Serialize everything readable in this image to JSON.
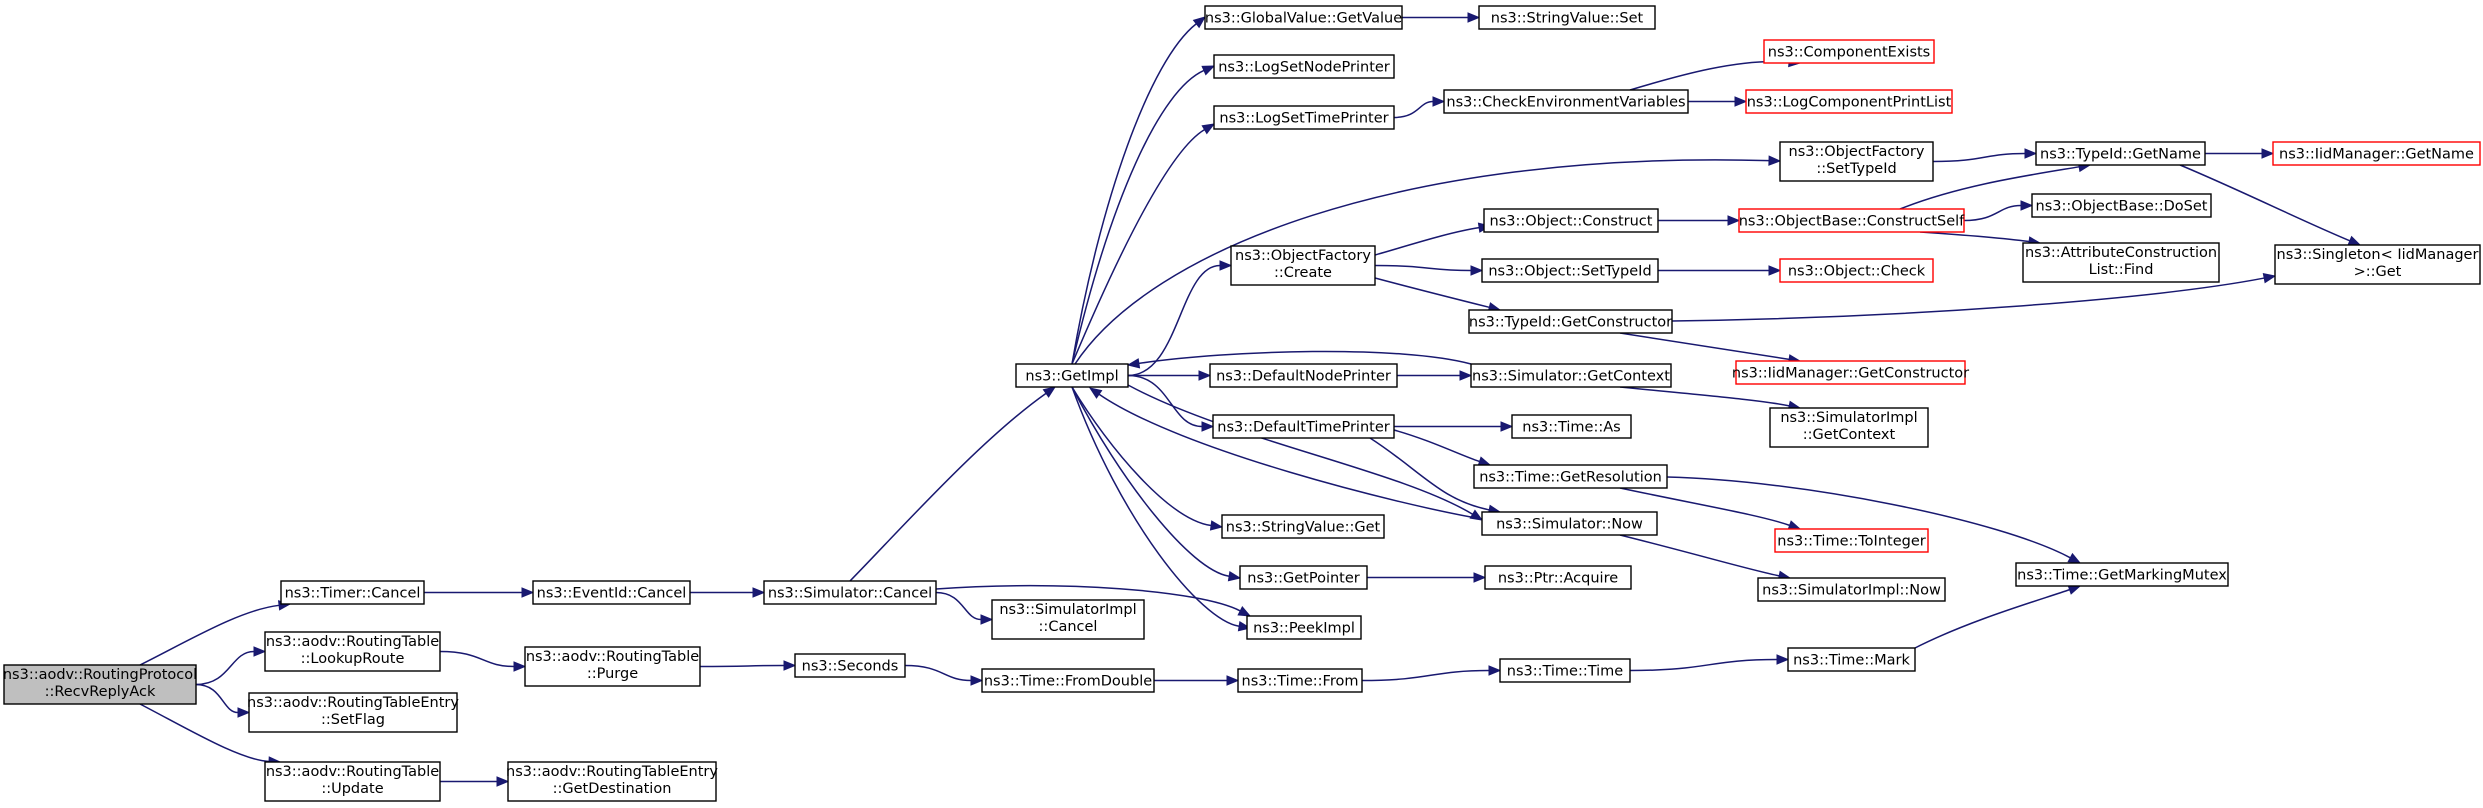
{
  "colors": {
    "edge": "#191970",
    "node_border": "#000000",
    "missing_border": "#ff0000",
    "root_fill": "#bfbfbf"
  },
  "nodes": [
    {
      "id": "root",
      "lines": [
        "ns3::aodv::RoutingProtocol",
        "::RecvReplyAck"
      ],
      "kind": "root"
    },
    {
      "id": "timer_cancel",
      "lines": [
        "ns3::Timer::Cancel"
      ]
    },
    {
      "id": "lookup",
      "lines": [
        "ns3::aodv::RoutingTable",
        "::LookupRoute"
      ]
    },
    {
      "id": "setflag",
      "lines": [
        "ns3::aodv::RoutingTableEntry",
        "::SetFlag"
      ]
    },
    {
      "id": "update",
      "lines": [
        "ns3::aodv::RoutingTable",
        "::Update"
      ]
    },
    {
      "id": "eventid_cancel",
      "lines": [
        "ns3::EventId::Cancel"
      ]
    },
    {
      "id": "purge",
      "lines": [
        "ns3::aodv::RoutingTable",
        "::Purge"
      ]
    },
    {
      "id": "getdest",
      "lines": [
        "ns3::aodv::RoutingTableEntry",
        "::GetDestination"
      ]
    },
    {
      "id": "sim_cancel",
      "lines": [
        "ns3::Simulator::Cancel"
      ]
    },
    {
      "id": "seconds",
      "lines": [
        "ns3::Seconds"
      ]
    },
    {
      "id": "getimpl",
      "lines": [
        "ns3::GetImpl"
      ]
    },
    {
      "id": "simimpl_cancel",
      "lines": [
        "ns3::SimulatorImpl",
        "::Cancel"
      ]
    },
    {
      "id": "peekimpl",
      "lines": [
        "ns3::PeekImpl"
      ]
    },
    {
      "id": "fromdouble",
      "lines": [
        "ns3::Time::FromDouble"
      ]
    },
    {
      "id": "time_from",
      "lines": [
        "ns3::Time::From"
      ]
    },
    {
      "id": "time_time",
      "lines": [
        "ns3::Time::Time"
      ]
    },
    {
      "id": "time_mark",
      "lines": [
        "ns3::Time::Mark"
      ]
    },
    {
      "id": "globalvalue",
      "lines": [
        "ns3::GlobalValue::GetValue"
      ]
    },
    {
      "id": "strval_set",
      "lines": [
        "ns3::StringValue::Set"
      ]
    },
    {
      "id": "lognode",
      "lines": [
        "ns3::LogSetNodePrinter"
      ]
    },
    {
      "id": "logtime",
      "lines": [
        "ns3::LogSetTimePrinter"
      ]
    },
    {
      "id": "checkenv",
      "lines": [
        "ns3::CheckEnvironmentVariables"
      ]
    },
    {
      "id": "compexists",
      "lines": [
        "ns3::ComponentExists"
      ],
      "kind": "red"
    },
    {
      "id": "logcomplist",
      "lines": [
        "ns3::LogComponentPrintList"
      ],
      "kind": "red"
    },
    {
      "id": "of_settypeid",
      "lines": [
        "ns3::ObjectFactory",
        "::SetTypeId"
      ]
    },
    {
      "id": "typeid_getname",
      "lines": [
        "ns3::TypeId::GetName"
      ]
    },
    {
      "id": "iid_getname",
      "lines": [
        "ns3::IidManager::GetName"
      ],
      "kind": "red"
    },
    {
      "id": "of_create",
      "lines": [
        "ns3::ObjectFactory",
        "::Create"
      ]
    },
    {
      "id": "obj_construct",
      "lines": [
        "ns3::Object::Construct"
      ]
    },
    {
      "id": "objbase_constructself",
      "lines": [
        "ns3::ObjectBase::ConstructSelf"
      ],
      "kind": "red"
    },
    {
      "id": "objbase_doset",
      "lines": [
        "ns3::ObjectBase::DoSet"
      ]
    },
    {
      "id": "attr_find",
      "lines": [
        "ns3::AttributeConstruction",
        "List::Find"
      ]
    },
    {
      "id": "singleton_get",
      "lines": [
        "ns3::Singleton< IidManager",
        ">::Get"
      ]
    },
    {
      "id": "obj_settypeid",
      "lines": [
        "ns3::Object::SetTypeId"
      ]
    },
    {
      "id": "obj_check",
      "lines": [
        "ns3::Object::Check"
      ],
      "kind": "red"
    },
    {
      "id": "typeid_getctor",
      "lines": [
        "ns3::TypeId::GetConstructor"
      ]
    },
    {
      "id": "iid_getctor",
      "lines": [
        "ns3::IidManager::GetConstructor"
      ],
      "kind": "red"
    },
    {
      "id": "defnodeprinter",
      "lines": [
        "ns3::DefaultNodePrinter"
      ]
    },
    {
      "id": "sim_getcontext",
      "lines": [
        "ns3::Simulator::GetContext"
      ]
    },
    {
      "id": "simimpl_getcontext",
      "lines": [
        "ns3::SimulatorImpl",
        "::GetContext"
      ]
    },
    {
      "id": "deftimeprinter",
      "lines": [
        "ns3::DefaultTimePrinter"
      ]
    },
    {
      "id": "time_as",
      "lines": [
        "ns3::Time::As"
      ]
    },
    {
      "id": "time_getres",
      "lines": [
        "ns3::Time::GetResolution"
      ]
    },
    {
      "id": "time_getmutex",
      "lines": [
        "ns3::Time::GetMarkingMutex"
      ]
    },
    {
      "id": "time_tointeger",
      "lines": [
        "ns3::Time::ToInteger"
      ],
      "kind": "red"
    },
    {
      "id": "sim_now",
      "lines": [
        "ns3::Simulator::Now"
      ]
    },
    {
      "id": "simimpl_now",
      "lines": [
        "ns3::SimulatorImpl::Now"
      ]
    },
    {
      "id": "strval_get",
      "lines": [
        "ns3::StringValue::Get"
      ]
    },
    {
      "id": "getpointer",
      "lines": [
        "ns3::GetPointer"
      ]
    },
    {
      "id": "ptr_acquire",
      "lines": [
        "ns3::Ptr::Acquire"
      ]
    }
  ],
  "edges": [
    [
      "root",
      "timer_cancel"
    ],
    [
      "root",
      "lookup"
    ],
    [
      "root",
      "setflag"
    ],
    [
      "root",
      "update"
    ],
    [
      "timer_cancel",
      "eventid_cancel"
    ],
    [
      "lookup",
      "purge"
    ],
    [
      "update",
      "getdest"
    ],
    [
      "eventid_cancel",
      "sim_cancel"
    ],
    [
      "purge",
      "seconds"
    ],
    [
      "sim_cancel",
      "getimpl"
    ],
    [
      "sim_cancel",
      "simimpl_cancel"
    ],
    [
      "sim_cancel",
      "peekimpl"
    ],
    [
      "seconds",
      "fromdouble"
    ],
    [
      "fromdouble",
      "time_from"
    ],
    [
      "time_from",
      "time_time"
    ],
    [
      "time_time",
      "time_mark"
    ],
    [
      "time_mark",
      "time_getmutex"
    ],
    [
      "getimpl",
      "globalvalue"
    ],
    [
      "getimpl",
      "lognode"
    ],
    [
      "getimpl",
      "logtime"
    ],
    [
      "getimpl",
      "of_settypeid"
    ],
    [
      "getimpl",
      "of_create"
    ],
    [
      "getimpl",
      "defnodeprinter"
    ],
    [
      "getimpl",
      "deftimeprinter"
    ],
    [
      "getimpl",
      "sim_now"
    ],
    [
      "getimpl",
      "strval_get"
    ],
    [
      "getimpl",
      "getpointer"
    ],
    [
      "getimpl",
      "peekimpl"
    ],
    [
      "globalvalue",
      "strval_set"
    ],
    [
      "logtime",
      "checkenv"
    ],
    [
      "checkenv",
      "compexists"
    ],
    [
      "checkenv",
      "logcomplist"
    ],
    [
      "of_settypeid",
      "typeid_getname"
    ],
    [
      "typeid_getname",
      "iid_getname"
    ],
    [
      "typeid_getname",
      "singleton_get"
    ],
    [
      "of_create",
      "obj_construct"
    ],
    [
      "of_create",
      "obj_settypeid"
    ],
    [
      "of_create",
      "typeid_getctor"
    ],
    [
      "obj_construct",
      "objbase_constructself"
    ],
    [
      "objbase_constructself",
      "typeid_getname"
    ],
    [
      "objbase_constructself",
      "objbase_doset"
    ],
    [
      "objbase_constructself",
      "attr_find"
    ],
    [
      "obj_settypeid",
      "obj_check"
    ],
    [
      "typeid_getctor",
      "singleton_get"
    ],
    [
      "typeid_getctor",
      "iid_getctor"
    ],
    [
      "defnodeprinter",
      "sim_getcontext"
    ],
    [
      "sim_getcontext",
      "getimpl"
    ],
    [
      "sim_getcontext",
      "simimpl_getcontext"
    ],
    [
      "deftimeprinter",
      "time_as"
    ],
    [
      "deftimeprinter",
      "time_getres"
    ],
    [
      "deftimeprinter",
      "sim_now"
    ],
    [
      "time_getres",
      "time_getmutex"
    ],
    [
      "time_getres",
      "time_tointeger"
    ],
    [
      "sim_now",
      "getimpl"
    ],
    [
      "sim_now",
      "simimpl_now"
    ],
    [
      "getpointer",
      "ptr_acquire"
    ]
  ]
}
